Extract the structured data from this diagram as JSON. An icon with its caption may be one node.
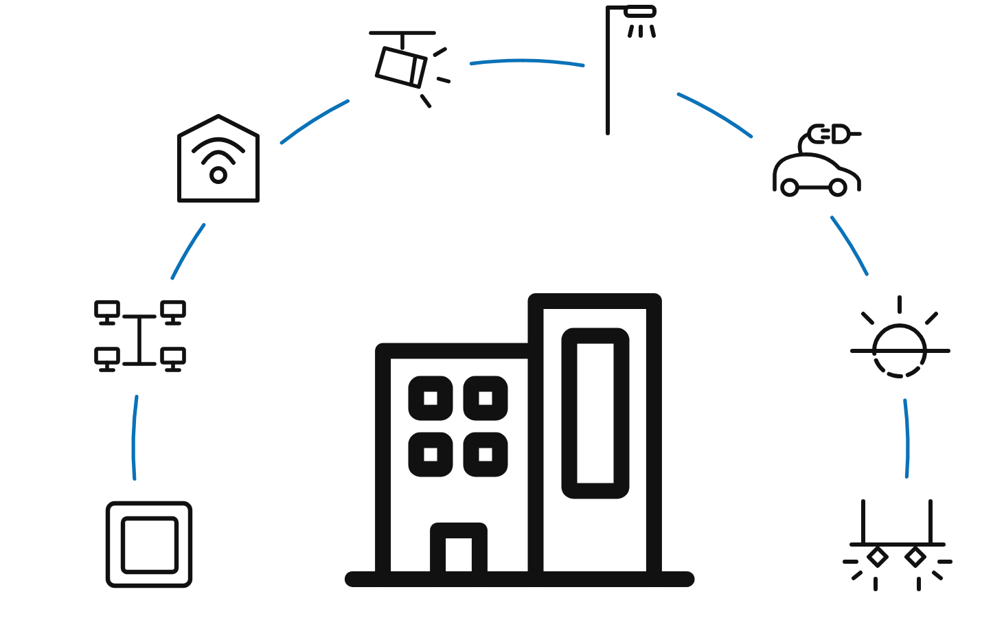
{
  "diagram": {
    "nodes": [
      {
        "text": [],
        "shape": "picture"
      },
      {
        "text": [],
        "shape": "picture"
      },
      {
        "text": [],
        "shape": "picture"
      },
      {
        "text": [],
        "shape": "picture"
      },
      {
        "text": [],
        "shape": "picture"
      },
      {
        "text": [],
        "shape": "picture"
      },
      {
        "text": [],
        "shape": "picture"
      },
      {
        "text": [],
        "shape": "picture"
      },
      {
        "text": [],
        "shape": "picture"
      }
    ],
    "edges": [
      {
        "from": 0,
        "to": 1,
        "arrow": "none"
      },
      {
        "from": 1,
        "to": 2,
        "arrow": "none"
      },
      {
        "from": 2,
        "to": 3,
        "arrow": "none"
      },
      {
        "from": 3,
        "to": 4,
        "arrow": "none"
      },
      {
        "from": 4,
        "to": 5,
        "arrow": "none"
      },
      {
        "from": 5,
        "to": 6,
        "arrow": "none"
      },
      {
        "from": 6,
        "to": 7,
        "arrow": "none"
      }
    ]
  }
}
